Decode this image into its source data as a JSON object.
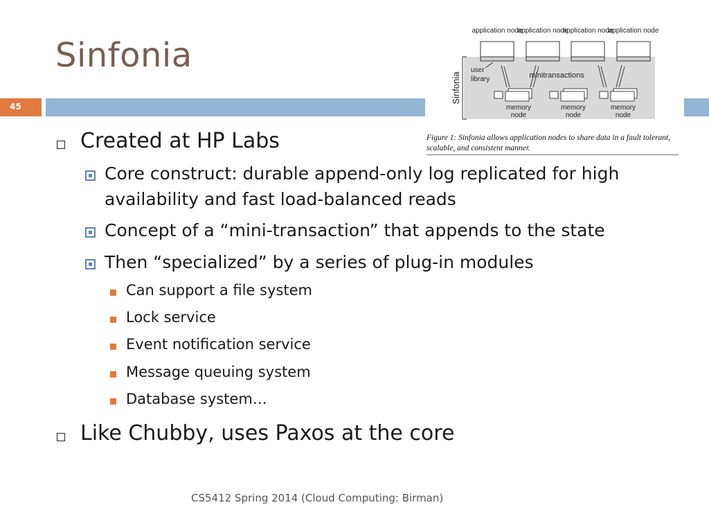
{
  "slide": {
    "title": "Sinfonia",
    "number": "45",
    "footer": "CS5412 Spring 2014 (Cloud Computing: Birman)"
  },
  "figure": {
    "side_label": "Sinfonia",
    "app_nodes": [
      "application node",
      "application node",
      "application node",
      "application node"
    ],
    "user_library": "user library",
    "minitransactions": "minitransactions",
    "memory_nodes": [
      "memory node",
      "memory node",
      "memory node"
    ],
    "caption": "Figure 1: Sinfonia allows application nodes to share data in a fault tolerant, scalable, and consistent manner."
  },
  "bullets": {
    "level1": [
      "Created at HP Labs",
      "Like Chubby, uses Paxos at the core"
    ],
    "level2": [
      "Core construct: durable append-only log replicated for high",
      "availability and fast load-balanced reads",
      "Concept of a “mini-transaction” that appends to the state",
      "Then “specialized” by a series of plug-in modules"
    ],
    "level3": [
      "Can support a file system",
      "Lock service",
      "Event notification service",
      "Message queuing system",
      "Database system…"
    ]
  },
  "colors": {
    "title": "#765f52",
    "accent_orange": "#e07a3e",
    "bar_blue": "#93b4d3",
    "bullet_blue": "#5b85b5"
  }
}
